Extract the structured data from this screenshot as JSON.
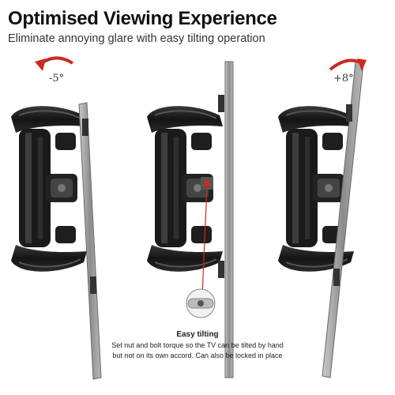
{
  "header": {
    "title": "Optimised Viewing Experience",
    "subtitle": "Eliminate annoying glare with easy tilting operation"
  },
  "tilt": {
    "left_angle": "-5°",
    "right_angle": "+8°"
  },
  "caption": {
    "title": "Easy tilting",
    "line1": "Set nut and bolt torque so the TV  can be tilted by hand",
    "line2": "but not on its own accord. Can also be locked in place"
  },
  "colors": {
    "arrow_red": "#cc2a1e",
    "mount_black": "#1c1c1c",
    "panel_grey": "#9a9a9a"
  }
}
